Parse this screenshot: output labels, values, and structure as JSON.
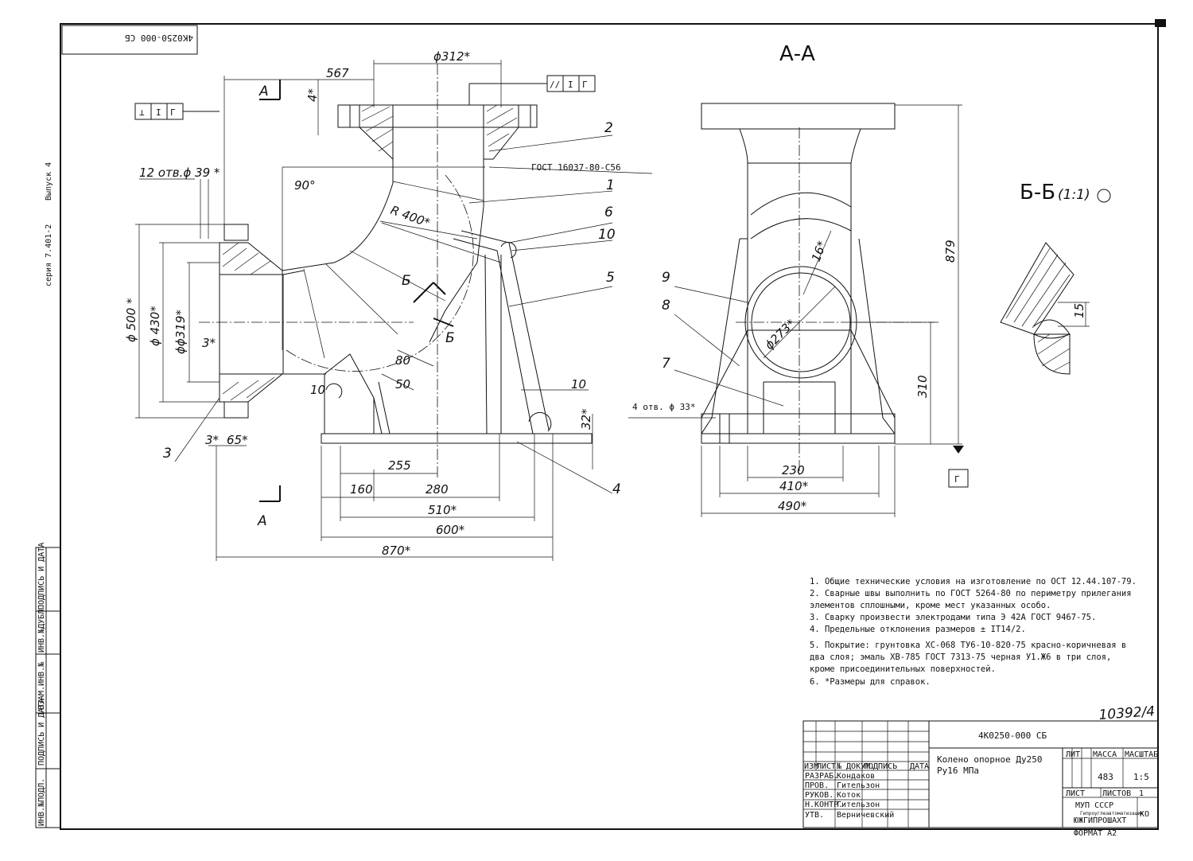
{
  "sheet": {
    "doc_code_top": "4K0250-000 СБ",
    "side_series": "серия 7.401-2",
    "side_issue": "Выпуск 4",
    "left_stamp_cols": [
      "ИНВ.№ПОДЛ.",
      "ПОДПИСЬ И ДАТА",
      "ВЗАМ.ИНВ.№",
      "ИНВ.№ДУБЛ.",
      "ПОДПИСЬ И ДАТА"
    ],
    "handwritten_number": "10392/4"
  },
  "views": {
    "section_aa": "А-А",
    "section_bb": "Б-Б",
    "section_bb_scale": "(1:1)",
    "cut_letter_a": "А",
    "cut_letter_b": "Б"
  },
  "datums": {
    "left_frame": [
      "⊥",
      "I",
      "Г"
    ],
    "top_frame": [
      "//",
      "I",
      "Г"
    ],
    "datum_g": "Г"
  },
  "dimensions": {
    "d312": "ϕ312*",
    "d567": "567",
    "d4": "4*",
    "d12holes": "12 отв.ϕ 39 *",
    "angle90": "90°",
    "r400": "R 400*",
    "d500": "ϕ 500 *",
    "d430": "ϕ 430*",
    "d319": "ϕϕ319*",
    "d3a": "3*",
    "d80": "80",
    "d50": "50",
    "d10a": "10",
    "d10b": "10",
    "d32": "32*",
    "d3b": "3*",
    "d65": "65*",
    "d255": "255",
    "d160": "160",
    "d280": "280",
    "d510": "510*",
    "d600": "600*",
    "d870": "870*",
    "d16": "16*",
    "d273": "ϕ273*",
    "d879": "879",
    "d310": "310",
    "d4holes": "4 отв. ϕ 33*",
    "d230": "230",
    "d410": "410*",
    "d490": "490*",
    "d15": "15"
  },
  "callouts": [
    "1",
    "2",
    "3",
    "4",
    "5",
    "6",
    "7",
    "8",
    "9",
    "10",
    "10"
  ],
  "gost_label": "ГОСТ 16037-80-С56",
  "notes": [
    "1. Общие технические условия на изготовление по ОСТ 12.44.107-79.",
    "2. Сварные швы выполнить по ГОСТ 5264-80 по периметру прилегания",
    "   элементов сплошными, кроме мест указанных особо.",
    "3. Сварку произвести электродами типа Э 42А ГОСТ 9467-75.",
    "4. Предельные отклонения размеров ± IT14/2.",
    "5. Покрытие: грунтовка ХС-068 ТУ6-10-820-75 красно-коричневая в",
    "   два слоя; эмаль ХВ-785 ГОСТ 7313-75 черная У1.Ж6 в три слоя,",
    "   кроме присоединительных поверхностей.",
    "6. *Размеры для справок."
  ],
  "title_block": {
    "code": "4К0250-000 СБ",
    "name_line1": "Колено опорное Ду250",
    "name_line2": "Ру16 МПа",
    "head_cols": [
      "ИЗМ",
      "ЛИСТ",
      "№ ДОКУМ.",
      "ПОДПИСЬ",
      "ДАТА"
    ],
    "roles": [
      {
        "role": "РАЗРАБ.",
        "name": "Кондаков"
      },
      {
        "role": "ПРОВ.",
        "name": "Гительзон"
      },
      {
        "role": "РУКОВ.",
        "name": "Коток"
      },
      {
        "role": "Н.КОНТР.",
        "name": "Гительзон"
      },
      {
        "role": "УТВ.",
        "name": "Верничевский"
      }
    ],
    "lit_label": "ЛИТ",
    "mass_label": "МАССА",
    "scale_label": "МАСШТАБ",
    "mass_value": "483",
    "scale_value": "1:5",
    "sheet_label": "ЛИСТ",
    "sheets_label": "ЛИСТОВ",
    "sheets_value": "1",
    "org_line1": "МУП СССР",
    "org_line2": "ЮЖГИПРОШАХТ",
    "org_extra": "Гипроуглеавтоматизация",
    "format": "ФОРМАТ А2"
  }
}
